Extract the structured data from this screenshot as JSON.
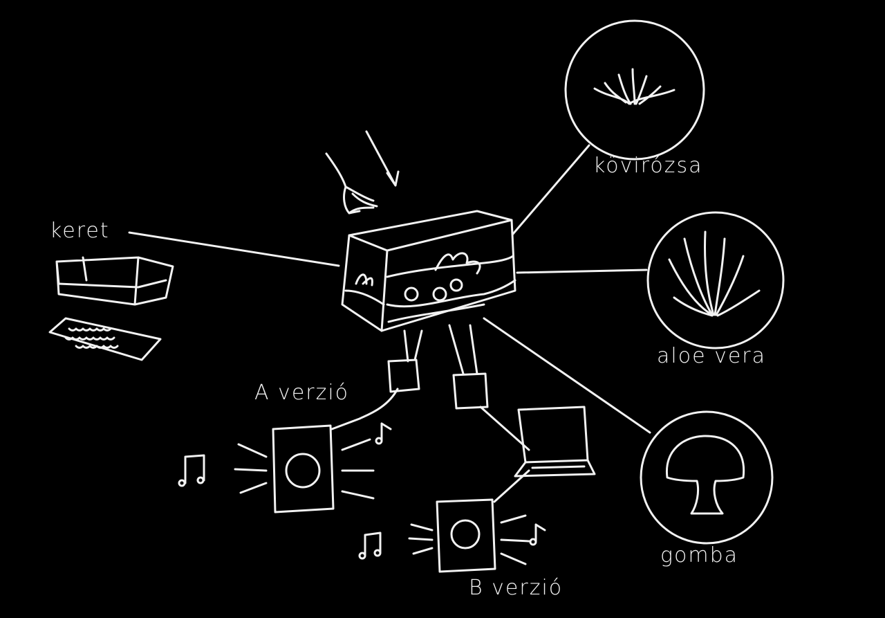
{
  "colors": {
    "background": "#000000",
    "stroke": "#f2f2f2"
  },
  "labels": {
    "kovirozsa": "kövirózsa",
    "aloe_vera": "aloe vera",
    "gomba": "gomba",
    "keret": "keret",
    "a_verzio": "A verzió",
    "b_verzio": "B verzió"
  }
}
